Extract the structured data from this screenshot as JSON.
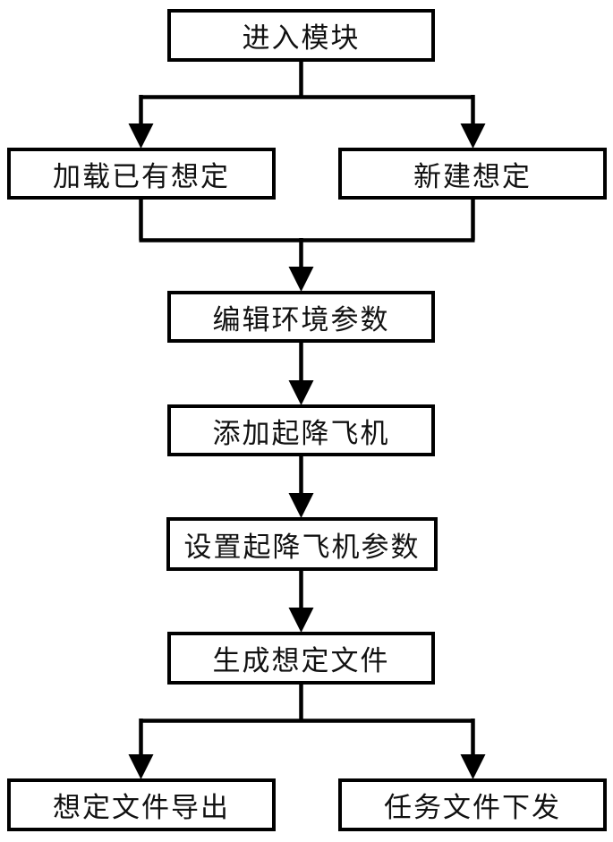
{
  "diagram": {
    "type": "flowchart",
    "colors": {
      "line": "#000000",
      "node_border": "#000000",
      "node_fill": "#ffffff",
      "text": "#111111"
    },
    "nodes": [
      {
        "id": "enter-module",
        "label": "进入模块"
      },
      {
        "id": "load-existing-scenario",
        "label": "加载已有想定"
      },
      {
        "id": "new-scenario",
        "label": "新建想定"
      },
      {
        "id": "edit-environment-params",
        "label": "编辑环境参数"
      },
      {
        "id": "add-takeoff-landing-aircraft",
        "label": "添加起降飞机"
      },
      {
        "id": "set-aircraft-params",
        "label": "设置起降飞机参数"
      },
      {
        "id": "generate-scenario-file",
        "label": "生成想定文件"
      },
      {
        "id": "export-scenario-file",
        "label": "想定文件导出"
      },
      {
        "id": "dispatch-task-file",
        "label": "任务文件下发"
      }
    ],
    "edges": [
      {
        "from": "enter-module",
        "to": "load-existing-scenario"
      },
      {
        "from": "enter-module",
        "to": "new-scenario"
      },
      {
        "from": "load-existing-scenario",
        "to": "edit-environment-params"
      },
      {
        "from": "new-scenario",
        "to": "edit-environment-params"
      },
      {
        "from": "edit-environment-params",
        "to": "add-takeoff-landing-aircraft"
      },
      {
        "from": "add-takeoff-landing-aircraft",
        "to": "set-aircraft-params"
      },
      {
        "from": "set-aircraft-params",
        "to": "generate-scenario-file"
      },
      {
        "from": "generate-scenario-file",
        "to": "export-scenario-file"
      },
      {
        "from": "generate-scenario-file",
        "to": "dispatch-task-file"
      }
    ]
  }
}
